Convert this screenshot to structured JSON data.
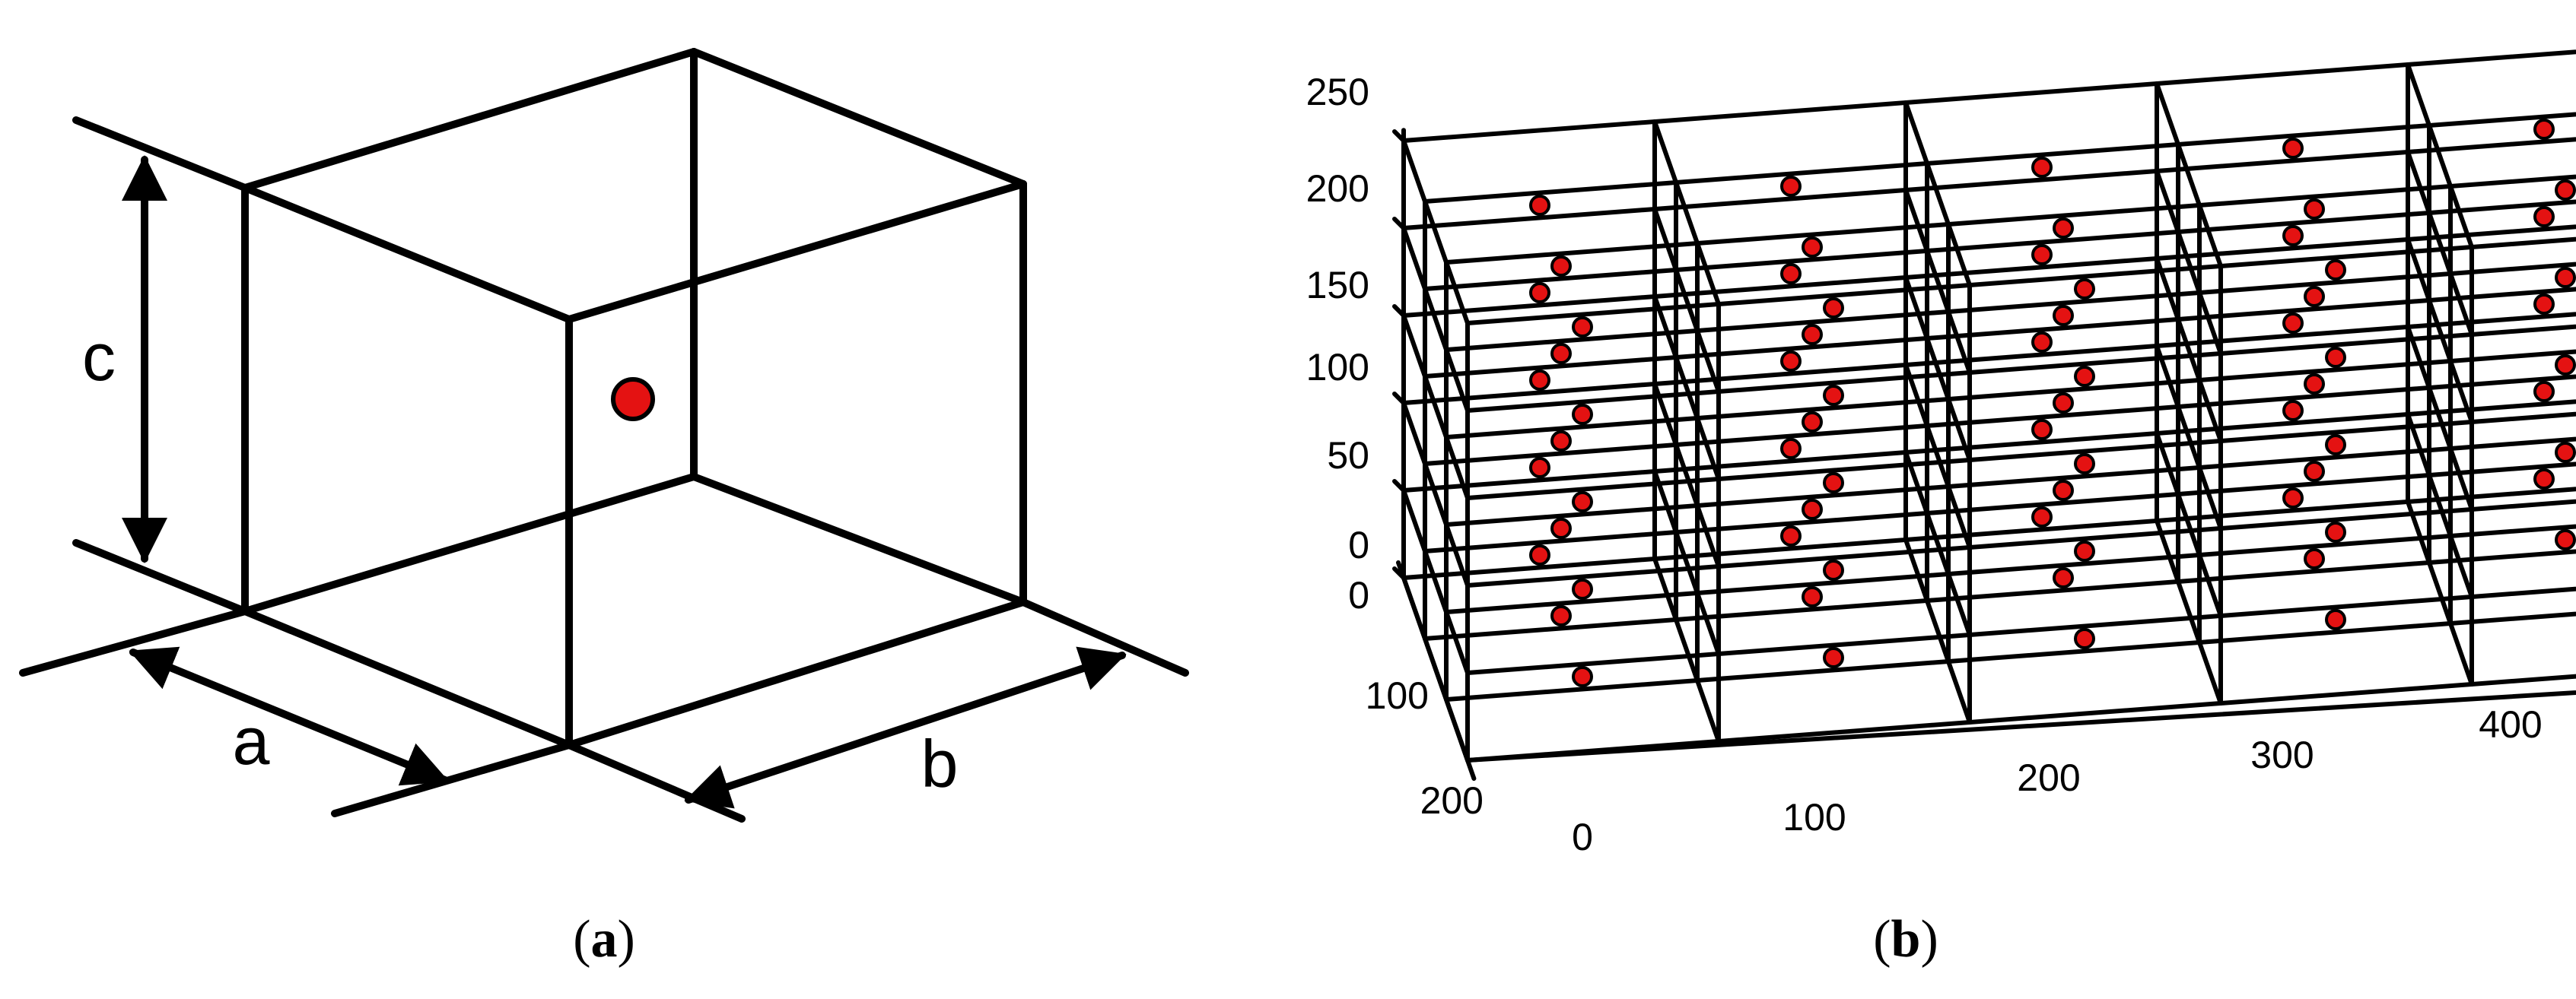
{
  "panel_a": {
    "labels": {
      "c": "c",
      "a": "a",
      "b": "b"
    },
    "caption": {
      "open": "(",
      "letter": "a",
      "close": ")"
    },
    "point_color": "#e41212"
  },
  "panel_b": {
    "y_ticks": [
      "250",
      "200",
      "150",
      "100",
      "50",
      "0"
    ],
    "x_ticks": [
      "0",
      "100",
      "200"
    ],
    "z_ticks": [
      "0",
      "100",
      "200",
      "300",
      "400"
    ],
    "caption": {
      "open": "(",
      "letter": "b",
      "close": ")"
    },
    "point_color": "#e41212"
  }
}
